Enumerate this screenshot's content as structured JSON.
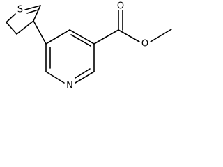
{
  "molecule": {
    "atoms": {
      "sulfur": "S",
      "pyridine_nitrogen": "N",
      "carbonyl_oxygen": "O",
      "ester_oxygen": "O"
    }
  }
}
